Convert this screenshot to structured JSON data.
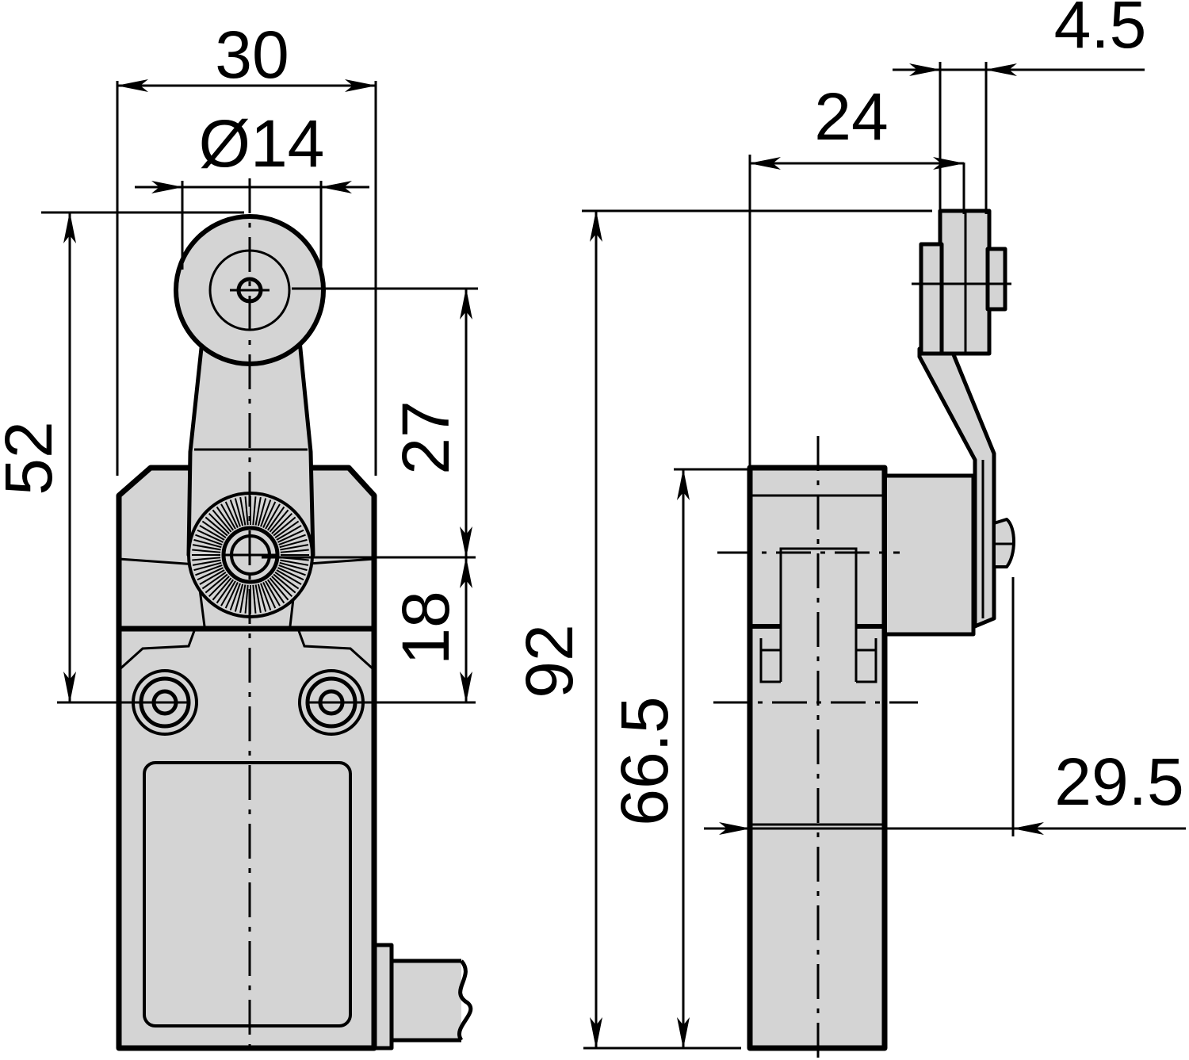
{
  "dimensions": {
    "front_width": "30",
    "roller_diameter": "Ø14",
    "front_height": "52",
    "roller_to_pivot": "27",
    "pivot_to_mount": "18",
    "side_total_height": "92",
    "side_body_height": "66.5",
    "side_offset_24": "24",
    "roller_width": "4.5",
    "lever_extent": "29.5"
  }
}
